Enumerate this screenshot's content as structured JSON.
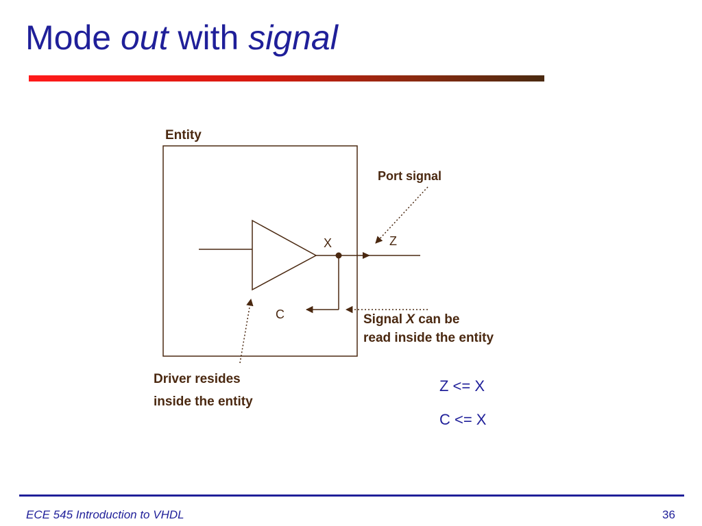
{
  "slide": {
    "title_part1": "Mode ",
    "title_part2": "out",
    "title_part3": " with ",
    "title_part4": "signal",
    "accent_color": "#1f1f99",
    "diagram_color": "#4a2810"
  },
  "diagram": {
    "entity_label": "Entity",
    "port_signal_label": "Port signal",
    "x_label": "X",
    "z_label": "Z",
    "c_label": "C",
    "readable_line1_a": "Signal ",
    "readable_line1_b": "X",
    "readable_line1_c": " can be",
    "readable_line2": "read inside the entity",
    "driver_line1": "Driver resides",
    "driver_line2": "inside the entity"
  },
  "code": {
    "line1": "Z <= X",
    "line2": "C <= X"
  },
  "footer": {
    "course": "ECE 545 Introduction to VHDL",
    "page_number": "36"
  }
}
